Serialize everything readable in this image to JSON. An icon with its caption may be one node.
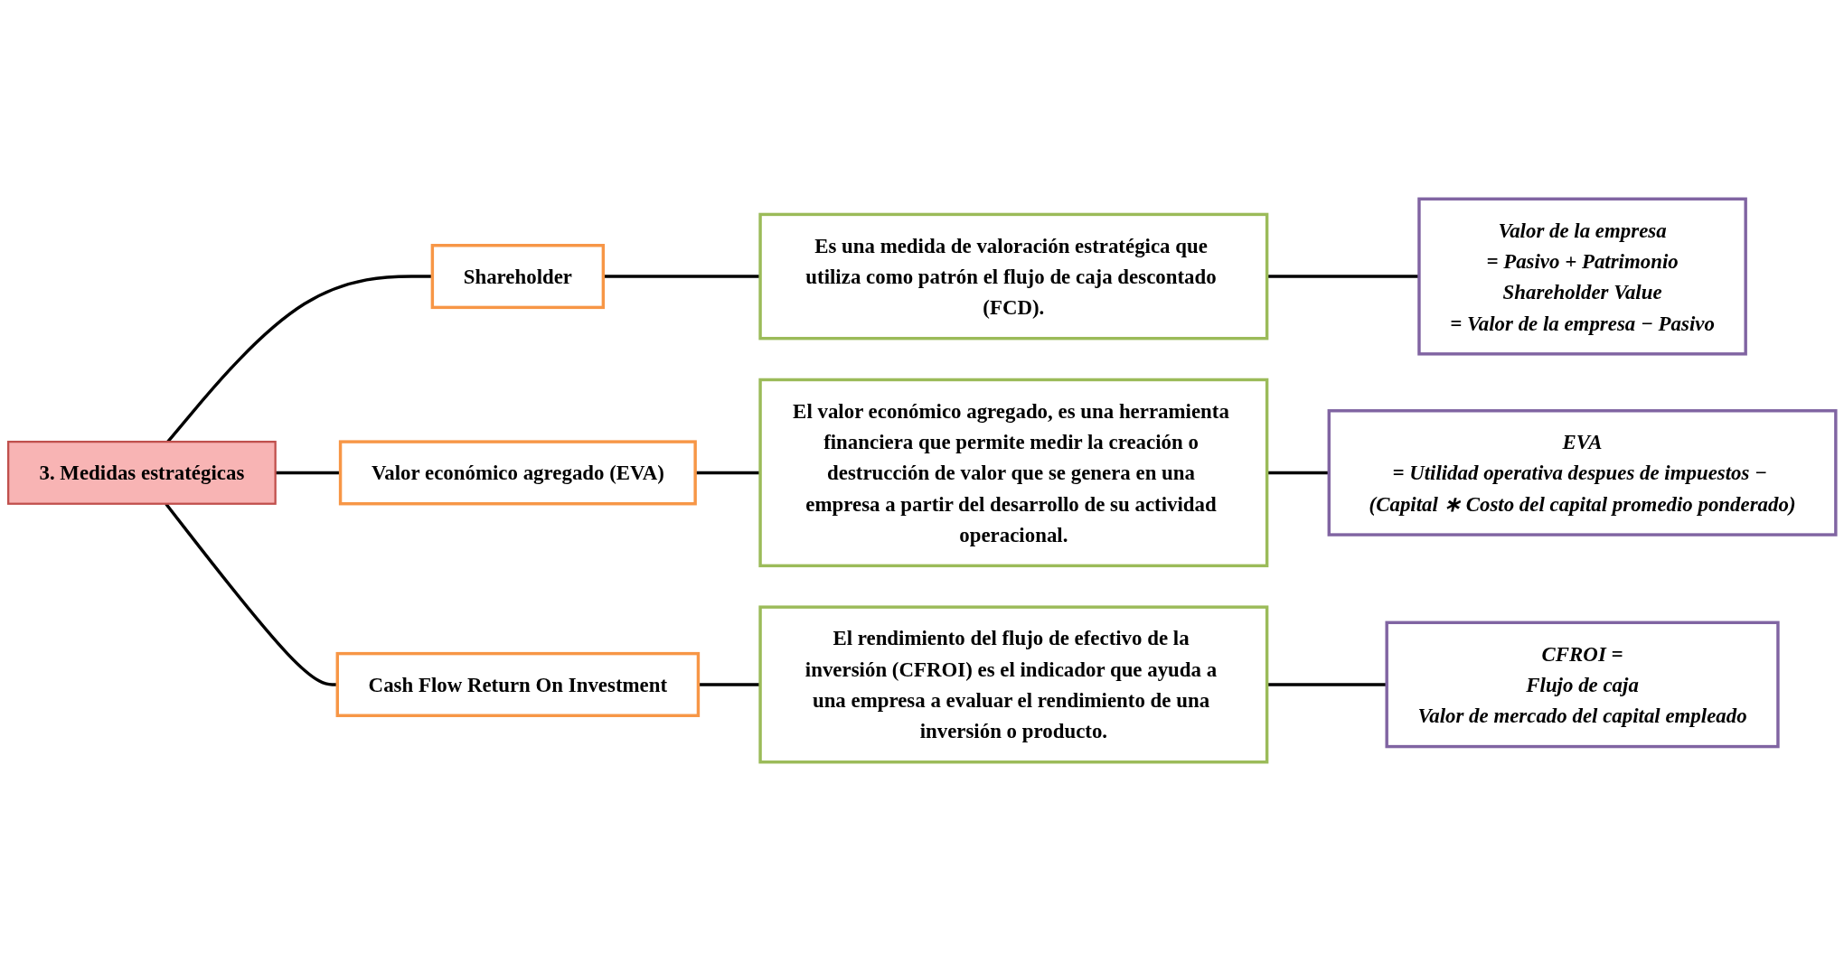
{
  "diagram": {
    "nodes": [
      {
        "text": [
          "3. Medidas estratégicas"
        ]
      },
      {
        "text": [
          "Shareholder"
        ]
      },
      {
        "text": [
          "Es una medida de valoración estratégica que utiliza como patrón el flujo de caja descontado (FCD)."
        ]
      },
      {
        "text": [
          "Valor de la empresa",
          "= Pasivo + Patrimonio",
          "Shareholder Value",
          "= Valor de la empresa − Pasivo"
        ]
      },
      {
        "text": [
          "Valor económico agregado (EVA)"
        ]
      },
      {
        "text": [
          "El valor económico agregado, es una herramienta financiera que permite medir la creación o destrucción de valor que se genera en una empresa a partir del desarrollo de su actividad operacional."
        ]
      },
      {
        "text": [
          "EVA",
          "= Utilidad operativa despues de impuestos − (Capital ∗ Costo del capital promedio ponderado)"
        ]
      },
      {
        "text": [
          "Cash Flow Return On Investment"
        ]
      },
      {
        "text": [
          "El rendimiento del flujo de efectivo de la inversión (CFROI) es el indicador que ayuda a una empresa a evaluar el rendimiento de una inversión o producto."
        ]
      },
      {
        "text": [
          "CFROI =",
          "Flujo de caja",
          "Valor de mercado del capital empleado"
        ]
      }
    ],
    "edges": [
      {
        "from": 0,
        "to": 1,
        "arrow": "none"
      },
      {
        "from": 0,
        "to": 4,
        "arrow": "none"
      },
      {
        "from": 0,
        "to": 7,
        "arrow": "none"
      },
      {
        "from": 1,
        "to": 2,
        "arrow": "none"
      },
      {
        "from": 2,
        "to": 3,
        "arrow": "none"
      },
      {
        "from": 4,
        "to": 5,
        "arrow": "none"
      },
      {
        "from": 5,
        "to": 6,
        "arrow": "none"
      },
      {
        "from": 7,
        "to": 8,
        "arrow": "none"
      },
      {
        "from": 8,
        "to": 9,
        "arrow": "none"
      }
    ]
  }
}
